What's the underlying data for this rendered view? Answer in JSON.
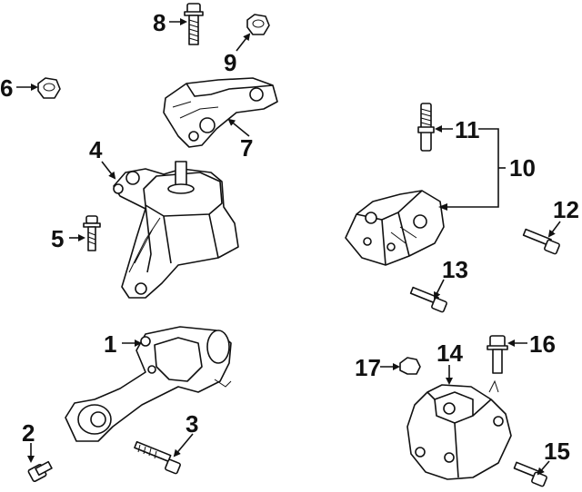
{
  "callouts": [
    {
      "id": "1",
      "label": "1"
    },
    {
      "id": "2",
      "label": "2"
    },
    {
      "id": "3",
      "label": "3"
    },
    {
      "id": "4",
      "label": "4"
    },
    {
      "id": "5",
      "label": "5"
    },
    {
      "id": "6",
      "label": "6"
    },
    {
      "id": "7",
      "label": "7"
    },
    {
      "id": "8",
      "label": "8"
    },
    {
      "id": "9",
      "label": "9"
    },
    {
      "id": "10",
      "label": "10"
    },
    {
      "id": "11",
      "label": "11"
    },
    {
      "id": "12",
      "label": "12"
    },
    {
      "id": "13",
      "label": "13"
    },
    {
      "id": "14",
      "label": "14"
    },
    {
      "id": "15",
      "label": "15"
    },
    {
      "id": "16",
      "label": "16"
    },
    {
      "id": "17",
      "label": "17"
    }
  ],
  "colors": {
    "ink": "#111111",
    "background": "#ffffff"
  }
}
